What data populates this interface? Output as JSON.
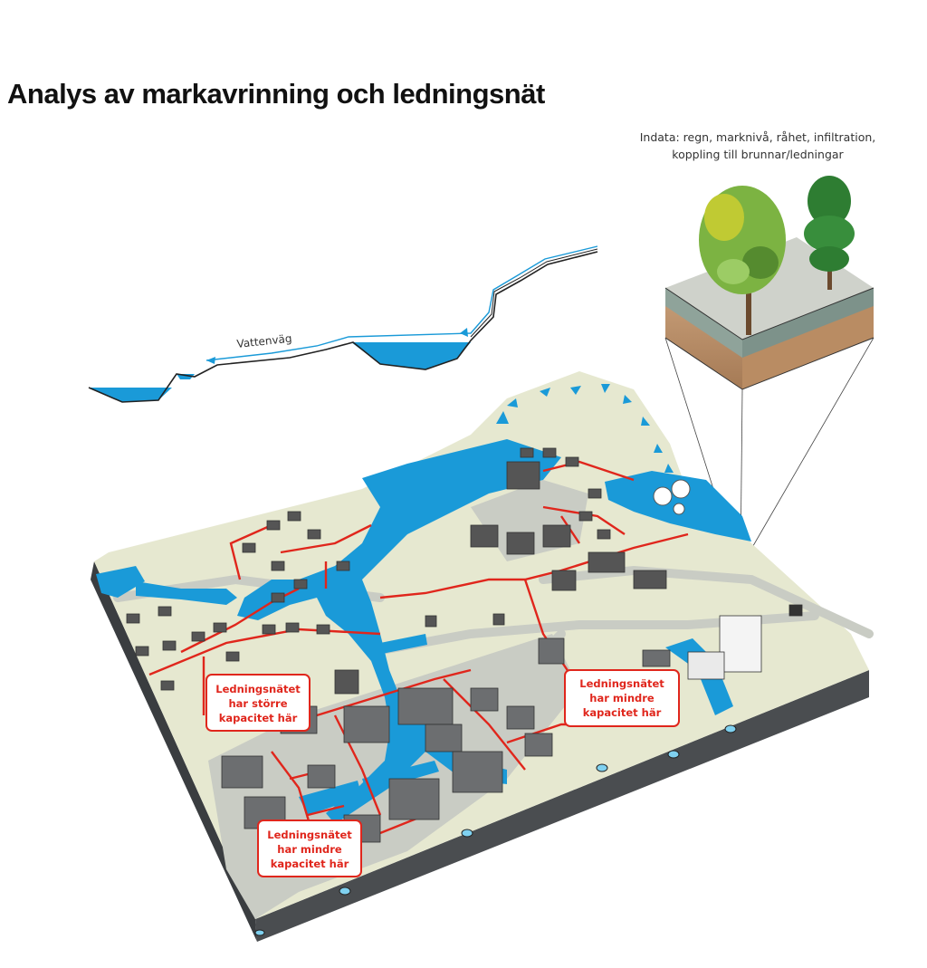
{
  "title": "Analys av markavrinning och ledningsnät",
  "input_note": {
    "line1": "Indata: regn, marknivå, råhet, infiltration,",
    "line2": "koppling till brunnar/ledningar"
  },
  "profile_label": "Vattenväg",
  "callouts": [
    {
      "line1": "Ledningsnätet",
      "line2": "har större",
      "line3": "kapacitet här"
    },
    {
      "line1": "Ledningsnätet",
      "line2": "har mindre",
      "line3": "kapacitet här"
    },
    {
      "line1": "Ledningsnätet",
      "line2": "har mindre",
      "line3": "kapacitet här"
    }
  ],
  "colors": {
    "ground": "#e6e8d0",
    "water": "#1a9ad8",
    "pipe": "#e0261c",
    "road": "#c9ccc4",
    "base": "#4a4d50"
  }
}
